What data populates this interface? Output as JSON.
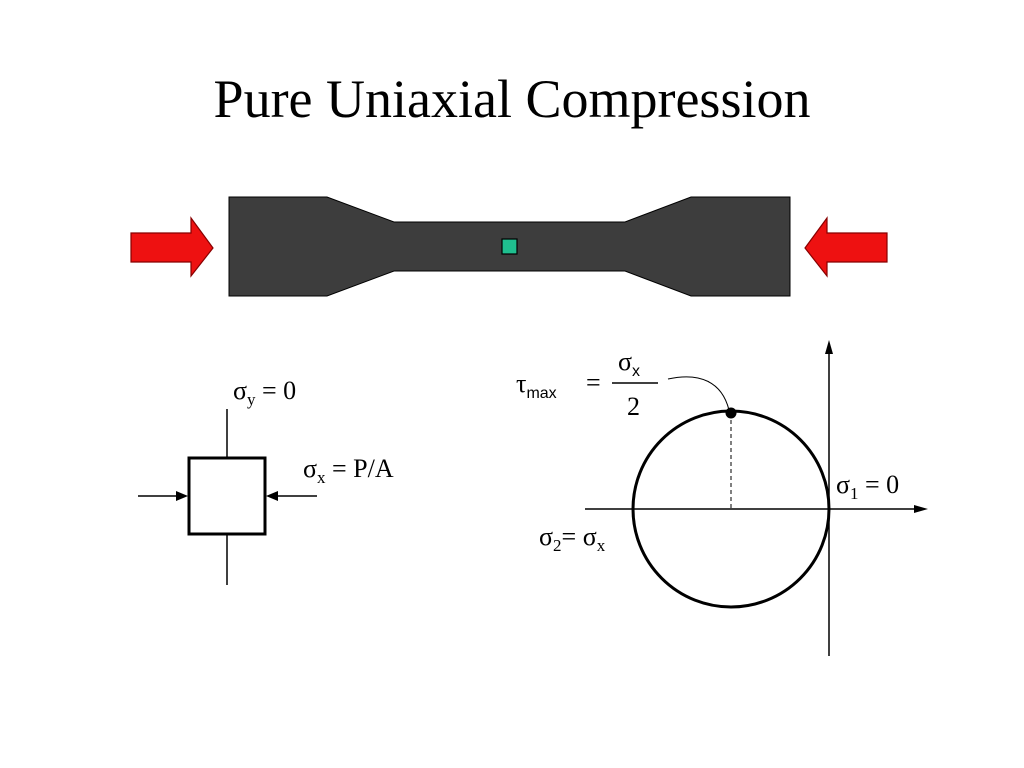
{
  "title": "Pure Uniaxial Compression",
  "colors": {
    "specimen": "#3d3d3d",
    "arrow_fill": "#ee1111",
    "arrow_stroke": "#880000",
    "element_marker": "#1fbf8f"
  },
  "labels": {
    "sigma_y": {
      "symbol": "σ",
      "sub": "y",
      "rest": " = 0"
    },
    "sigma_x": {
      "symbol": "σ",
      "sub": "x",
      "rest": " = P/A"
    },
    "tau_max": {
      "symbol": "τ",
      "sub": "max",
      "eq": "=",
      "num_symbol": "σ",
      "num_sub": "x",
      "den": "2"
    },
    "sigma_1": {
      "symbol": "σ",
      "sub": "1",
      "rest": " = 0"
    },
    "sigma_2": {
      "symbol": "σ",
      "sub": "2",
      "mid": "= ",
      "symbol2": "σ",
      "sub2": "x"
    }
  }
}
